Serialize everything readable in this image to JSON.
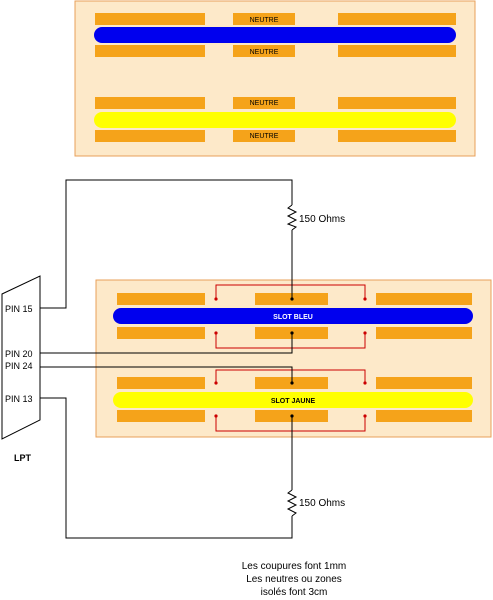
{
  "labels": {
    "neutre_top_1": "NEUTRE",
    "neutre_top_2": "NEUTRE",
    "neutre_top_3": "NEUTRE",
    "neutre_top_4": "NEUTRE",
    "resistor_top": "150 Ohms",
    "resistor_bottom": "150 Ohms",
    "pin15": "PIN 15",
    "pin20": "PIN 20",
    "pin24": "PIN 24",
    "pin13": "PIN 13",
    "lpt": "LPT",
    "slot_bleu": "SLOT BLEU",
    "slot_jaune": "SLOT JAUNE",
    "note_line1": "Les coupures font 1mm",
    "note_line2": "Les neutres ou zones",
    "note_line3": "isolés font 3cm"
  },
  "colors": {
    "board_bg": "#fde9c9",
    "board_border": "#e8a05a",
    "contact": "#f5a31a",
    "blue_slot": "#0000ee",
    "yellow_slot": "#ffff00",
    "jumper": "#cc0000",
    "wire": "#000000"
  }
}
